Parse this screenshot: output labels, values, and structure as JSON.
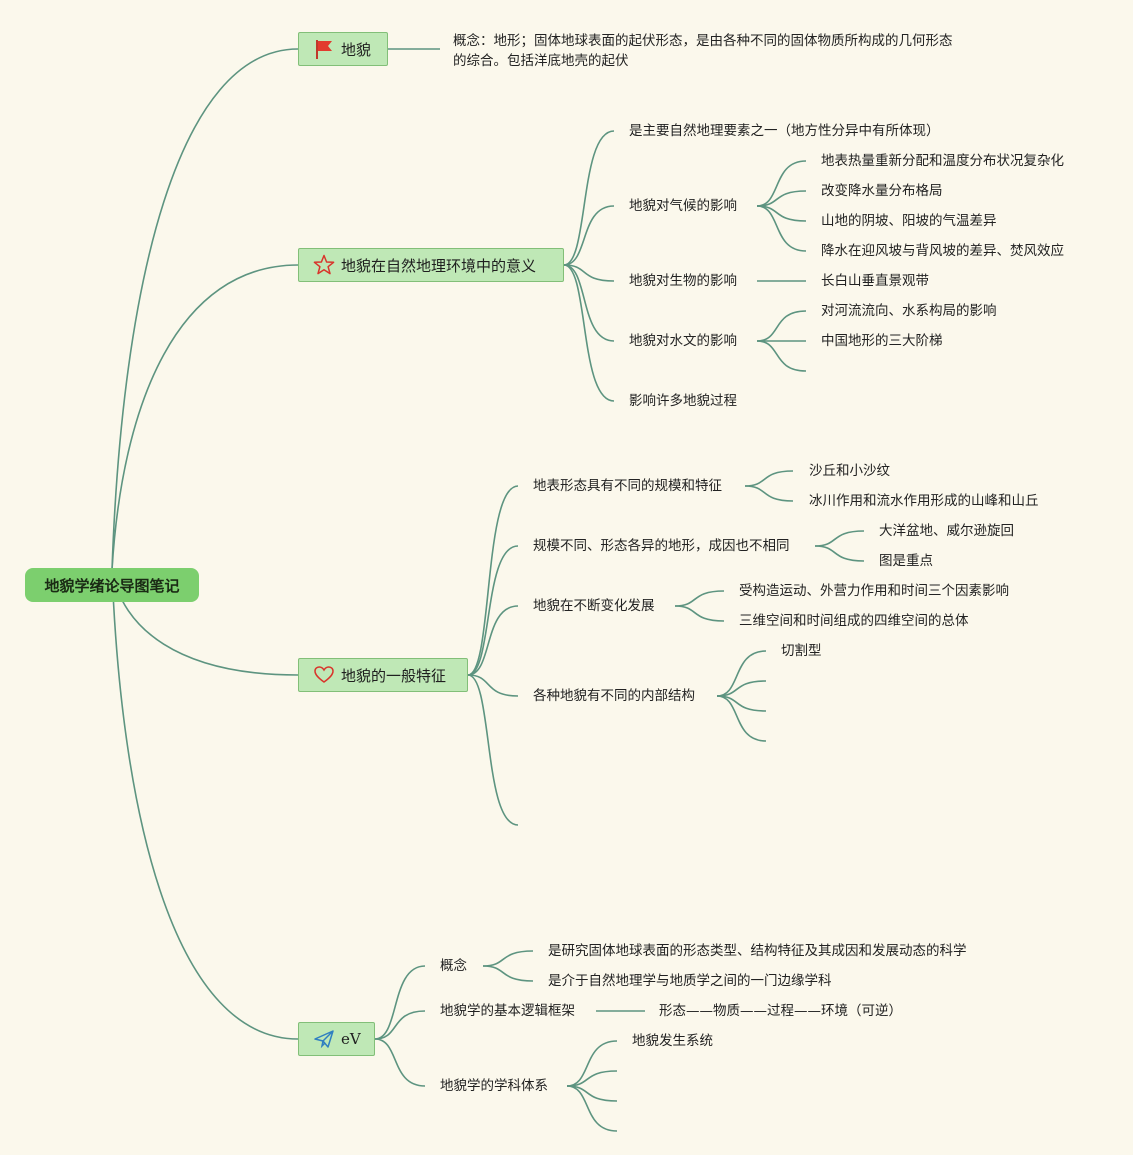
{
  "root": "地貌学绪论导图笔记",
  "branches": [
    {
      "label": "地貌",
      "icon": "red-flag-icon",
      "items": [
        "概念：地形；固体地球表面的起伏形态，是由各种不同的固体物质所构成的几何形态的综合。包括洋底地壳的起伏"
      ]
    },
    {
      "label": "地貌在自然地理环境中的意义",
      "icon": "star-outline-icon",
      "items": [
        "是主要自然地理要素之一（地方性分异中有所体现）",
        "地貌对气候的影响",
        "地貌对生物的影响",
        "地貌对水文的影响",
        "影响许多地貌过程"
      ],
      "climate_items": [
        "地表热量重新分配和温度分布状况复杂化",
        "改变降水量分布格局",
        "山地的阴坡、阳坡的气温差异",
        "降水在迎风坡与背风坡的差异、焚风效应"
      ],
      "biology_items": [
        "长白山垂直景观带"
      ],
      "hydrology_items": [
        "对河流流向、水系构局的影响",
        "中国地形的三大阶梯"
      ]
    },
    {
      "label": "地貌的一般特征",
      "icon": "heart-outline-icon",
      "items": [
        "地表形态具有不同的规模和特征",
        "规模不同、形态各异的地形，成因也不相同",
        "地貌在不断变化发展",
        "各种地貌有不同的内部结构"
      ],
      "scale_items": [
        "沙丘和小沙纹",
        "冰川作用和流水作用形成的山峰和山丘"
      ],
      "origin_items": [
        "大洋盆地、威尔逊旋回",
        "图是重点"
      ],
      "change_items": [
        "受构造运动、外营力作用和时间三个因素影响",
        "三维空间和时间组成的四维空间的总体"
      ],
      "structure_items": [
        "切割型"
      ]
    },
    {
      "label": "eV",
      "icon": "paper-plane-icon",
      "items": [
        "概念",
        "地貌学的基本逻辑框架",
        "地貌学的学科体系"
      ],
      "concept_items": [
        "是研究固体地球表面的形态类型、结构特征及其成因和发展动态的科学",
        "是介于自然地理学与地质学之间的一门边缘学科"
      ],
      "framework_items": [
        "形态——物质——过程——环境（可逆）"
      ],
      "system_items": [
        "地貌发生系统"
      ]
    }
  ],
  "colors": {
    "background": "#fbf8ec",
    "line": "#5d9480",
    "root": "#7ccf6e",
    "branch": "#bfe8b6"
  }
}
